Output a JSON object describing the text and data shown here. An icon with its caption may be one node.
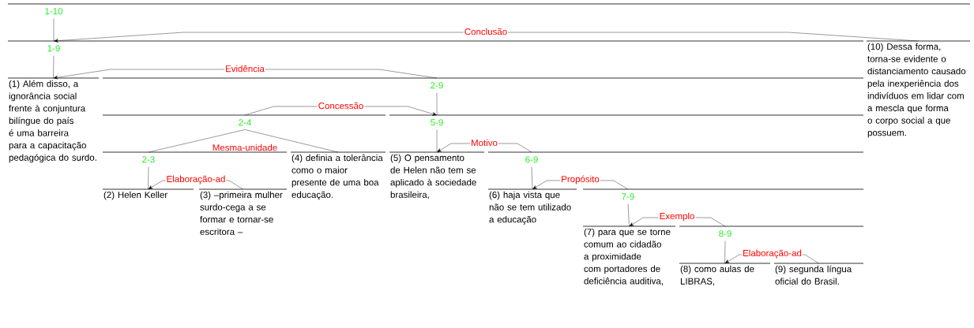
{
  "diagram": {
    "nodes": [
      {
        "text": [
          "1-10"
        ]
      },
      {
        "text": [
          "1-9"
        ]
      },
      {
        "text": [
          "(10) Dessa forma, torna-se evidente o distanciamento causado pela inexperiência dos indivíduos em lidar com a mescla que forma o corpo social a que possuem."
        ]
      },
      {
        "text": [
          "(1) Além disso, a ignorância social frente à conjuntura bilíngue do país é uma barreira para a capacitação pedagógica do surdo."
        ]
      },
      {
        "text": [
          "2-9"
        ]
      },
      {
        "text": [
          "2-4"
        ]
      },
      {
        "text": [
          "5-9"
        ]
      },
      {
        "text": [
          "2-3"
        ]
      },
      {
        "text": [
          "(4) definia a tolerância como o maior presente de uma boa educação."
        ]
      },
      {
        "text": [
          "(5) O pensamento de Helen não tem se aplicado à sociedade brasileira,"
        ]
      },
      {
        "text": [
          "6-9"
        ]
      },
      {
        "text": [
          "(2) Helen Keller"
        ]
      },
      {
        "text": [
          "(3) –primeira mulher surdo-cega a se formar e tornar-se escritora –"
        ]
      },
      {
        "text": [
          "(6) haja vista que não se tem utilizado a educação"
        ]
      },
      {
        "text": [
          "7-9"
        ]
      },
      {
        "text": [
          "(7) para que se torne comum ao cidadão a proximidade com portadores de deficiência auditiva,"
        ]
      },
      {
        "text": [
          "8-9"
        ]
      },
      {
        "text": [
          "(8) como aulas de LIBRAS,"
        ]
      },
      {
        "text": [
          "(9) segunda língua oficial do Brasil."
        ]
      }
    ],
    "edges": [
      {
        "from": 0,
        "to": 1,
        "arrow": "none"
      },
      {
        "from": 2,
        "to": 1,
        "arrow": "to",
        "label": "Conclusão"
      },
      {
        "from": 1,
        "to": 3,
        "arrow": "none"
      },
      {
        "from": 4,
        "to": 3,
        "arrow": "to",
        "label": "Evidência"
      },
      {
        "from": 4,
        "to": 6,
        "arrow": "none"
      },
      {
        "from": 5,
        "to": 6,
        "arrow": "to",
        "label": "Concessão"
      },
      {
        "from": 5,
        "to": 7,
        "arrow": "none"
      },
      {
        "from": 5,
        "to": 8,
        "arrow": "none"
      },
      {
        "from": 6,
        "to": 9,
        "arrow": "none"
      },
      {
        "from": 10,
        "to": 9,
        "arrow": "to",
        "label": "Motivo"
      },
      {
        "from": 7,
        "to": 11,
        "arrow": "none"
      },
      {
        "from": 12,
        "to": 11,
        "arrow": "to",
        "label": "Elaboração-ad"
      },
      {
        "from": 10,
        "to": 13,
        "arrow": "none"
      },
      {
        "from": 14,
        "to": 13,
        "arrow": "to",
        "label": "Propósito"
      },
      {
        "from": 14,
        "to": 15,
        "arrow": "none"
      },
      {
        "from": 16,
        "to": 15,
        "arrow": "to",
        "label": "Exemplo"
      },
      {
        "from": 16,
        "to": 17,
        "arrow": "none"
      },
      {
        "from": 18,
        "to": 17,
        "arrow": "to",
        "label": "Elaboração-ad"
      }
    ],
    "labels": [
      "Mesma-unidade"
    ]
  }
}
